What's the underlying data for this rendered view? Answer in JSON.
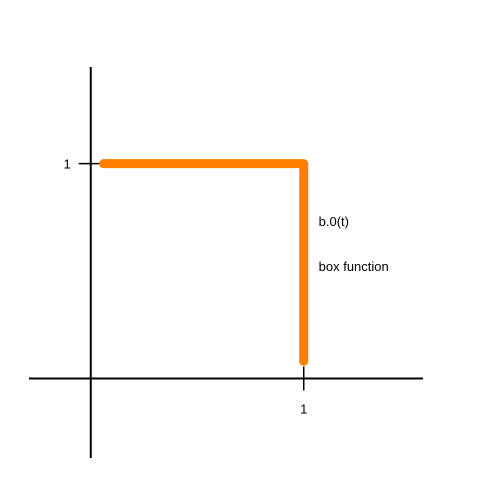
{
  "chart_data": {
    "type": "line",
    "title": "",
    "xlabel": "",
    "ylabel": "",
    "xlim": [
      -0.29,
      1.56
    ],
    "ylim": [
      -0.37,
      1.45
    ],
    "grid": false,
    "x_ticks": [
      {
        "value": 1,
        "label": "1"
      }
    ],
    "y_ticks": [
      {
        "value": 1,
        "label": "1"
      }
    ],
    "series": [
      {
        "color": "#ff8000",
        "x": [
          0.06,
          1.0,
          1.0
        ],
        "y": [
          1.0,
          1.0,
          0.08
        ]
      }
    ],
    "annotations": [
      {
        "text": "b.0(t)",
        "x": 1.07,
        "y": 0.71
      },
      {
        "text": "box function",
        "x": 1.07,
        "y": 0.5
      }
    ]
  }
}
